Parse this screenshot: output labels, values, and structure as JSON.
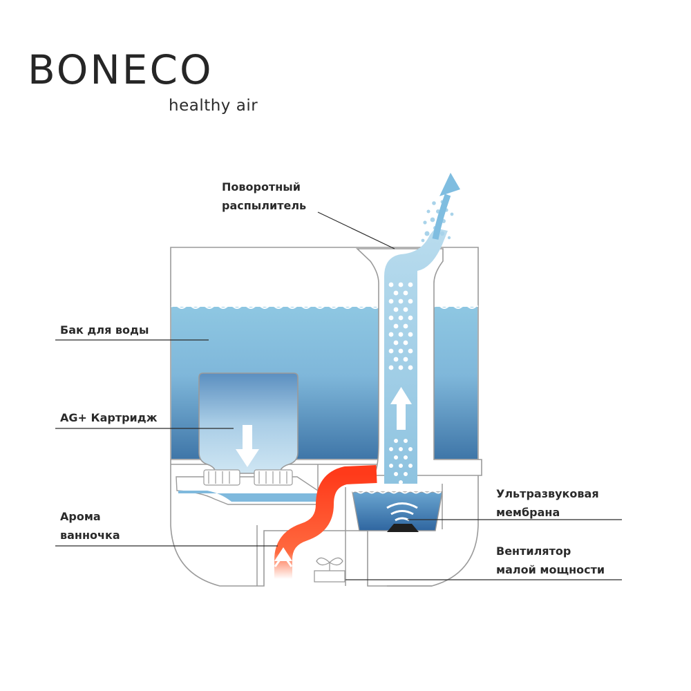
{
  "brand": {
    "logo_text": "BONECO",
    "tagline": "healthy air"
  },
  "labels": {
    "nozzle_line1": "Поворотный",
    "nozzle_line2": "распылитель",
    "water_tank": "Бак для воды",
    "cartridge": "AG+ Картридж",
    "aroma_line1": "Арома",
    "aroma_line2": "ванночка",
    "membrane_line1": "Ультразвуковая",
    "membrane_line2": "мембрана",
    "fan_line1": "Вентилятор",
    "fan_line2": "малой мощности"
  },
  "colors": {
    "water_light": "#8ec7e2",
    "water_dark": "#3f76a8",
    "mist": "#a9d3ea",
    "warm_air": "#ff4a24",
    "outline": "#9a9a9a",
    "label_text": "#2a2a2a"
  }
}
